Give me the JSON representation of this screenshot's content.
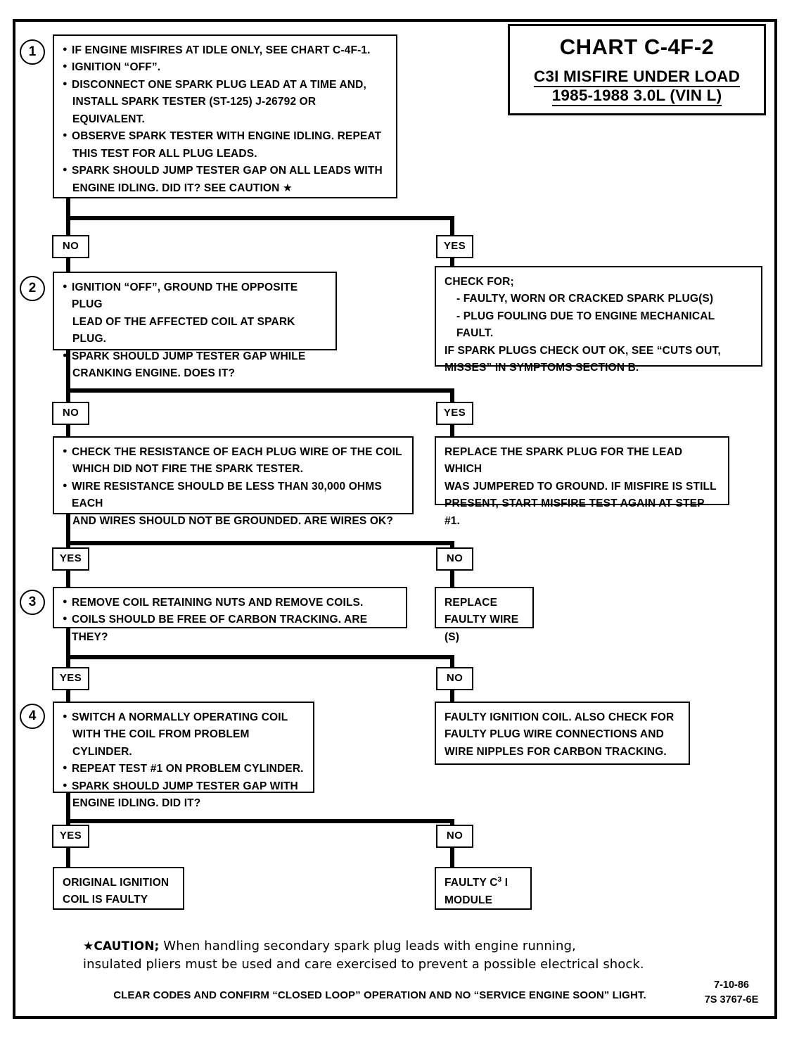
{
  "title": {
    "chart_number": "CHART C-4F-2",
    "subtitle_line1": "C3I MISFIRE UNDER LOAD",
    "subtitle_line2": "1985-1988  3.0L  (VIN L)"
  },
  "steps": {
    "s1": "1",
    "s2": "2",
    "s3": "3",
    "s4": "4"
  },
  "box1": {
    "b1": "IF ENGINE MISFIRES AT IDLE ONLY, SEE CHART C-4F-1.",
    "b2": "IGNITION “OFF”.",
    "b3": "DISCONNECT ONE SPARK PLUG LEAD AT A TIME AND,",
    "b3c": "INSTALL SPARK TESTER (ST-125)  J-26792 OR EQUIVALENT.",
    "b4": "OBSERVE SPARK TESTER WITH ENGINE IDLING.  REPEAT",
    "b4c": "THIS TEST FOR ALL PLUG LEADS.",
    "b5": "SPARK SHOULD JUMP TESTER GAP ON ALL LEADS WITH",
    "b5c": "ENGINE IDLING.  DID IT?   SEE CAUTION ★"
  },
  "box_check_for": {
    "l1": "CHECK FOR;",
    "l2": "- FAULTY, WORN OR CRACKED SPARK PLUG(S)",
    "l3": "- PLUG FOULING DUE TO ENGINE MECHANICAL FAULT.",
    "l4": "IF SPARK PLUGS CHECK OUT OK, SEE “CUTS OUT,",
    "l5": "MISSES” IN SYMPTOMS SECTION B."
  },
  "box2": {
    "b1": "IGNITION “OFF”, GROUND THE OPPOSITE PLUG",
    "b1c": "LEAD OF THE AFFECTED COIL AT SPARK PLUG.",
    "b2": "SPARK SHOULD JUMP TESTER GAP WHILE",
    "b2c": "CRANKING ENGINE.  DOES IT?"
  },
  "box_replace_plug": {
    "l1": "REPLACE THE SPARK PLUG FOR THE LEAD WHICH",
    "l2": "WAS JUMPERED TO GROUND.  IF MISFIRE IS STILL",
    "l3": "PRESENT, START MISFIRE TEST AGAIN AT STEP #1."
  },
  "box_resistance": {
    "b1": "CHECK THE RESISTANCE OF EACH PLUG WIRE OF THE COIL",
    "b1c": "WHICH DID NOT FIRE THE SPARK TESTER.",
    "b2": "WIRE RESISTANCE SHOULD BE LESS THAN 30,000 OHMS EACH",
    "b2c": "AND WIRES SHOULD NOT BE GROUNDED.  ARE WIRES OK?"
  },
  "box3": {
    "b1": "REMOVE COIL RETAINING NUTS AND REMOVE COILS.",
    "b2": "COILS SHOULD BE  FREE OF CARBON TRACKING.  ARE THEY?"
  },
  "box_replace_wire": {
    "l1": "REPLACE",
    "l2": "FAULTY WIRE (S)"
  },
  "box4": {
    "b1": "SWITCH A NORMALLY OPERATING COIL",
    "b1c": "WITH THE COIL FROM PROBLEM CYLINDER.",
    "b2": "REPEAT TEST #1 ON PROBLEM CYLINDER.",
    "b3": "SPARK SHOULD JUMP TESTER GAP WITH",
    "b3c": "ENGINE IDLING.  DID IT?"
  },
  "box_faulty_coil": {
    "l1": "FAULTY IGNITION COIL. ALSO CHECK FOR",
    "l2": "FAULTY PLUG WIRE CONNECTIONS AND",
    "l3": "WIRE NIPPLES FOR CARBON TRACKING."
  },
  "box_original_coil": {
    "l1": "ORIGINAL IGNITION",
    "l2": "COIL IS FAULTY"
  },
  "box_faulty_module": {
    "l1_pre": "FAULTY C",
    "l1_sup": "3",
    "l1_post": " I",
    "l2": "MODULE"
  },
  "branches": {
    "b1_no": "NO",
    "b1_yes": "YES",
    "b2_no": "NO",
    "b2_yes": "YES",
    "b3_yes": "YES",
    "b3_no": "NO",
    "b4_yes": "YES",
    "b4_no": "NO",
    "b5_yes": "YES",
    "b5_no": "NO"
  },
  "footer": {
    "caution_label": "★CAUTION;",
    "caution_line1": "  When handling secondary spark plug leads with engine running,",
    "caution_line2": "insulated pliers must be used and care exercised to prevent a possible electrical shock.",
    "note": "CLEAR CODES AND CONFIRM “CLOSED LOOP”  OPERATION AND NO “SERVICE ENGINE SOON” LIGHT.",
    "date": "7-10-86",
    "doc_number": "7S 3767-6E"
  },
  "colors": {
    "ink": "#000000",
    "paper": "#ffffff"
  }
}
